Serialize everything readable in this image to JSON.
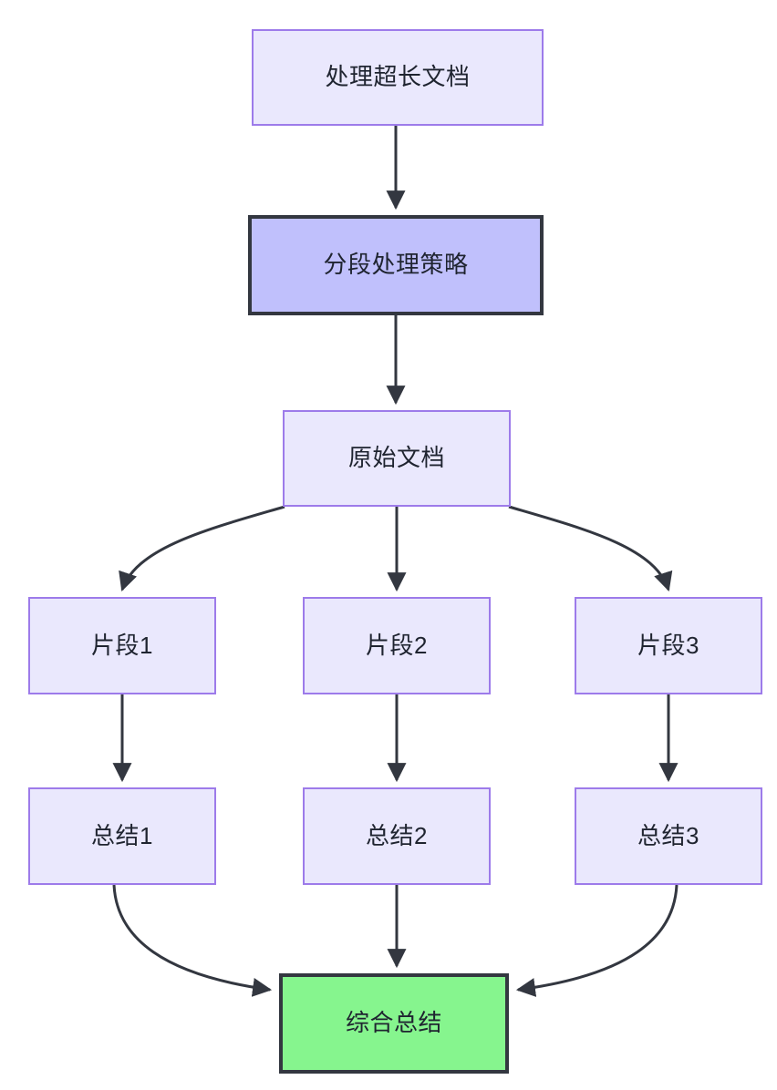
{
  "diagram": {
    "type": "flowchart",
    "direction": "top-to-bottom",
    "background_color": "#ffffff",
    "styles": {
      "light_fill": "#eae8fd",
      "light_stroke": "#9d7bea",
      "strong_fill": "#c0c0fc",
      "strong_stroke": "#333740",
      "success_fill": "#86f58e",
      "success_stroke": "#333740",
      "edge_color": "#333740",
      "text_color": "#1f2430"
    },
    "nodes": [
      {
        "id": "process",
        "label": "处理超长文档",
        "style": "light"
      },
      {
        "id": "strategy",
        "label": "分段处理策略",
        "style": "strong"
      },
      {
        "id": "source",
        "label": "原始文档",
        "style": "light"
      },
      {
        "id": "chunk1",
        "label": "片段1",
        "style": "light"
      },
      {
        "id": "chunk2",
        "label": "片段2",
        "style": "light"
      },
      {
        "id": "chunk3",
        "label": "片段3",
        "style": "light"
      },
      {
        "id": "summary1",
        "label": "总结1",
        "style": "light"
      },
      {
        "id": "summary2",
        "label": "总结2",
        "style": "light"
      },
      {
        "id": "summary3",
        "label": "总结3",
        "style": "light"
      },
      {
        "id": "final",
        "label": "综合总结",
        "style": "success"
      }
    ],
    "edges": [
      {
        "from": "process",
        "to": "strategy",
        "shape": "straight"
      },
      {
        "from": "strategy",
        "to": "source",
        "shape": "straight"
      },
      {
        "from": "source",
        "to": "chunk1",
        "shape": "curve-left"
      },
      {
        "from": "source",
        "to": "chunk2",
        "shape": "straight"
      },
      {
        "from": "source",
        "to": "chunk3",
        "shape": "curve-right"
      },
      {
        "from": "chunk1",
        "to": "summary1",
        "shape": "straight"
      },
      {
        "from": "chunk2",
        "to": "summary2",
        "shape": "straight"
      },
      {
        "from": "chunk3",
        "to": "summary3",
        "shape": "straight"
      },
      {
        "from": "summary1",
        "to": "final",
        "shape": "curve-right"
      },
      {
        "from": "summary2",
        "to": "final",
        "shape": "straight"
      },
      {
        "from": "summary3",
        "to": "final",
        "shape": "curve-left"
      }
    ]
  }
}
